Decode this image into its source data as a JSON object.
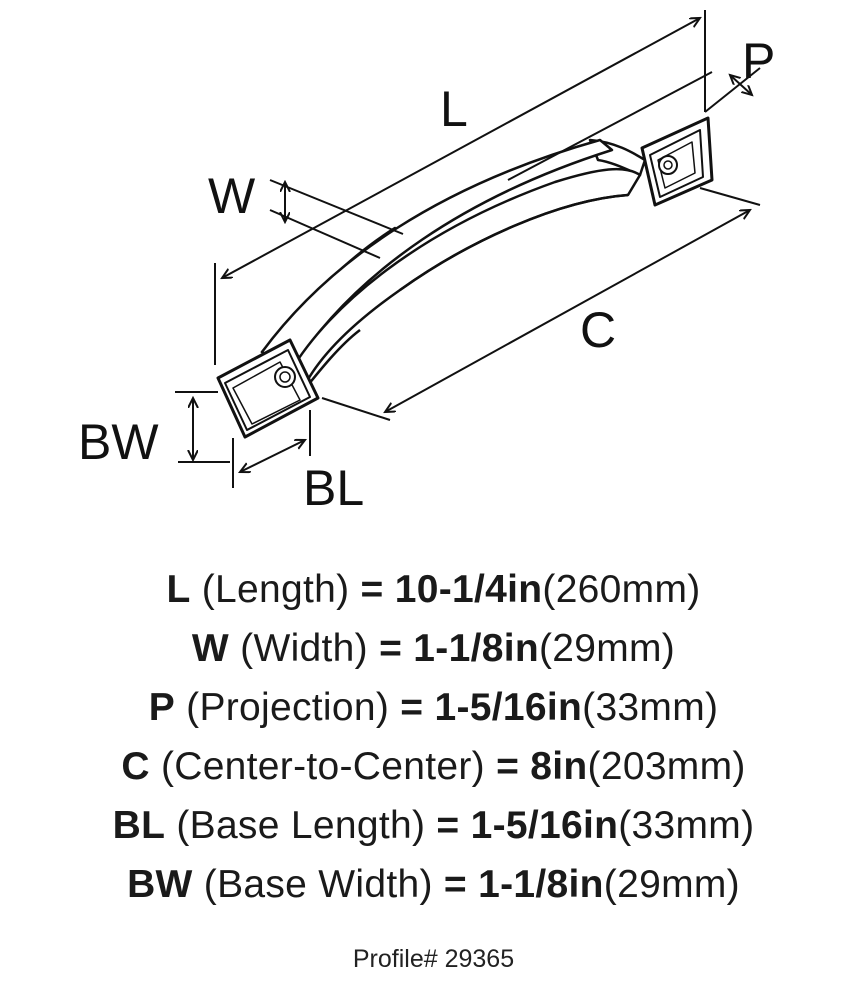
{
  "diagram": {
    "labels": {
      "L": "L",
      "P": "P",
      "W": "W",
      "C": "C",
      "BW": "BW",
      "BL": "BL"
    },
    "colors": {
      "stroke": "#111111",
      "fill": "#ffffff"
    }
  },
  "specs": [
    {
      "code": "L",
      "desc": "(Length)",
      "imperial": "10-1/4in",
      "metric": "(260mm)"
    },
    {
      "code": "W",
      "desc": "(Width)",
      "imperial": "1-1/8in",
      "metric": "(29mm)"
    },
    {
      "code": "P",
      "desc": "(Projection)",
      "imperial": "1-5/16in",
      "metric": "(33mm)"
    },
    {
      "code": "C",
      "desc": "(Center-to-Center)",
      "imperial": "8in",
      "metric": "(203mm)"
    },
    {
      "code": "BL",
      "desc": "(Base Length)",
      "imperial": "1-5/16in",
      "metric": "(33mm)"
    },
    {
      "code": "BW",
      "desc": "(Base Width)",
      "imperial": "1-1/8in",
      "metric": "(29mm)"
    }
  ],
  "equals": "=",
  "profile": "Profile# 29365"
}
